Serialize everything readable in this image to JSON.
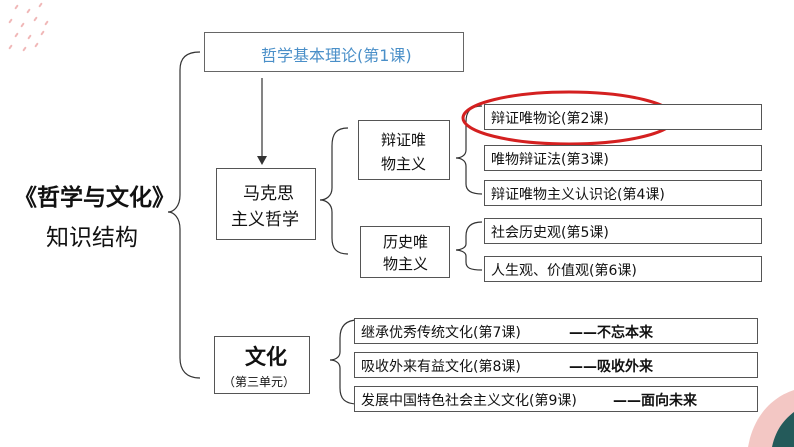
{
  "title": {
    "line1": "《哲学与文化》",
    "line2": "知识结构"
  },
  "top_box": "哲学基本理论(第1课)",
  "marxism": {
    "line1": "马克思",
    "line2": "主义哲学"
  },
  "dialectical": {
    "line1": "辩证唯",
    "line2": "物主义"
  },
  "historical": {
    "line1": "历史唯",
    "line2": "物主义"
  },
  "culture": {
    "title": "文化",
    "subtitle": "（第三单元）"
  },
  "dialectical_items": [
    "辩证唯物论(第2课)",
    "唯物辩证法(第3课)",
    "辩证唯物主义认识论(第4课)"
  ],
  "historical_items": [
    "社会历史观(第5课)",
    "人生观、价值观(第6课)"
  ],
  "culture_items": [
    {
      "label": "继承优秀传统文化(第7课)",
      "tag": "——不忘本来"
    },
    {
      "label": "吸收外来有益文化(第8课)",
      "tag": "——吸收外来"
    },
    {
      "label": "发展中国特色社会主义文化(第9课)",
      "tag": "——面向未来"
    }
  ],
  "colors": {
    "top_box_text": "#4a8fc8",
    "highlight_oval": "#d42020",
    "decor_pink": "#f3c7c4",
    "decor_teal": "#245a5a"
  }
}
